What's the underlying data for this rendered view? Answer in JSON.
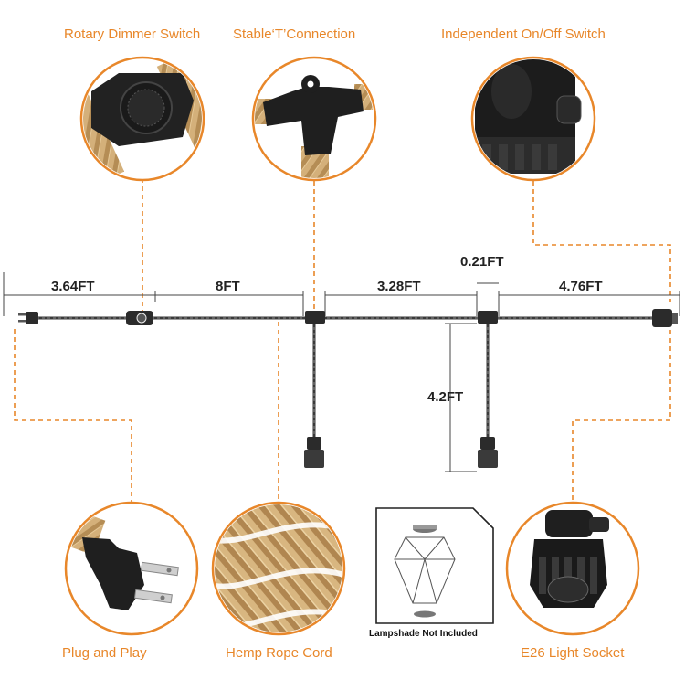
{
  "callouts": {
    "dimmer": "Rotary Dimmer Switch",
    "t_connection": "Stable‘T’Connection",
    "onoff": "Independent On/Off Switch",
    "plug": "Plug and Play",
    "hemp": "Hemp Rope Cord",
    "socket": "E26 Light Socket"
  },
  "dimensions": {
    "seg1": "3.64FT",
    "seg2": "8FT",
    "seg3": "3.28FT",
    "gap": "0.21FT",
    "seg4": "4.76FT",
    "drop": "4.2FT"
  },
  "note": "Lampshade Not Included",
  "colors": {
    "accent": "#e8872a",
    "dashed": "#e8872a",
    "cord": "#3a3a3a",
    "socket": "#2b2b2b",
    "rope": "#c9a46c"
  }
}
